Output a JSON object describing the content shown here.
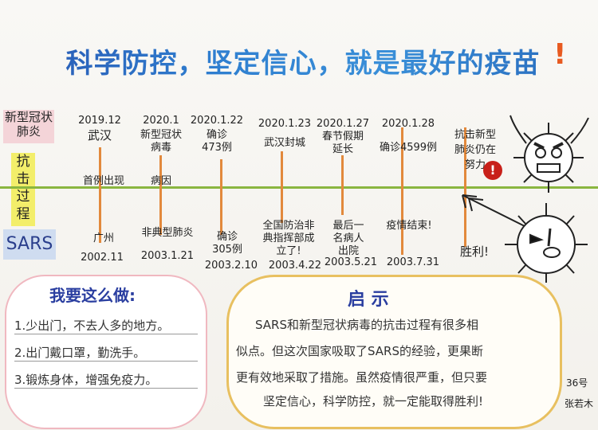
{
  "title": "科学防控，坚定信心，就是最好的疫苗",
  "title_mark": "!",
  "labels": {
    "covid": "新型冠状肺炎",
    "process": "抗击过程",
    "sars": "SARS"
  },
  "covid_events": [
    {
      "date": "2019.12",
      "text": "武汉",
      "sub": "首例出现"
    },
    {
      "date": "2020.1",
      "text": "新型冠状病毒",
      "sub": "病因"
    },
    {
      "date": "2020.1.22",
      "text": "确诊473例"
    },
    {
      "date": "2020.1.23",
      "text": "武汉封城"
    },
    {
      "date": "2020.1.27",
      "text": "春节假期延长"
    },
    {
      "date": "2020.1.28",
      "text": "确诊4599例"
    },
    {
      "text": "抗击新型肺炎仍在努力"
    }
  ],
  "sars_events": [
    {
      "text": "广州",
      "date": "2002.11"
    },
    {
      "text": "非典型肺炎",
      "date": "2003.1.21"
    },
    {
      "text": "确诊305例",
      "date": "2003.2.10"
    },
    {
      "text": "全国防治非典指挥部成立了!",
      "date": "2003.4.22"
    },
    {
      "text": "最后一名病人出院",
      "date": "2003.5.21"
    },
    {
      "text": "疫情结束!",
      "date": "2003.7.31"
    },
    {
      "text": "胜利!"
    }
  ],
  "alert_mark": "!",
  "todo": {
    "heading": "我要这么做:",
    "items": [
      "1.少出门，不去人多的地方。",
      "2.出门戴口罩，勤洗手。",
      "3.锻炼身体，增强免疫力。"
    ]
  },
  "insight": {
    "heading": "启 示",
    "lines": [
      "SARS和新型冠状病毒的抗击过程有很多相",
      "似点。但这次国家吸取了SARS的经验，更果断",
      "更有效地采取了措施。虽然疫情很严重，但只要",
      "坚定信心，科学防控，就一定能取得胜利!"
    ]
  },
  "signature": {
    "number": "36号",
    "name": "张若木"
  },
  "colors": {
    "title": "#2a5fb8",
    "timeline": "#8ab640",
    "stem": "#e2893c",
    "alert": "#c8201a"
  }
}
